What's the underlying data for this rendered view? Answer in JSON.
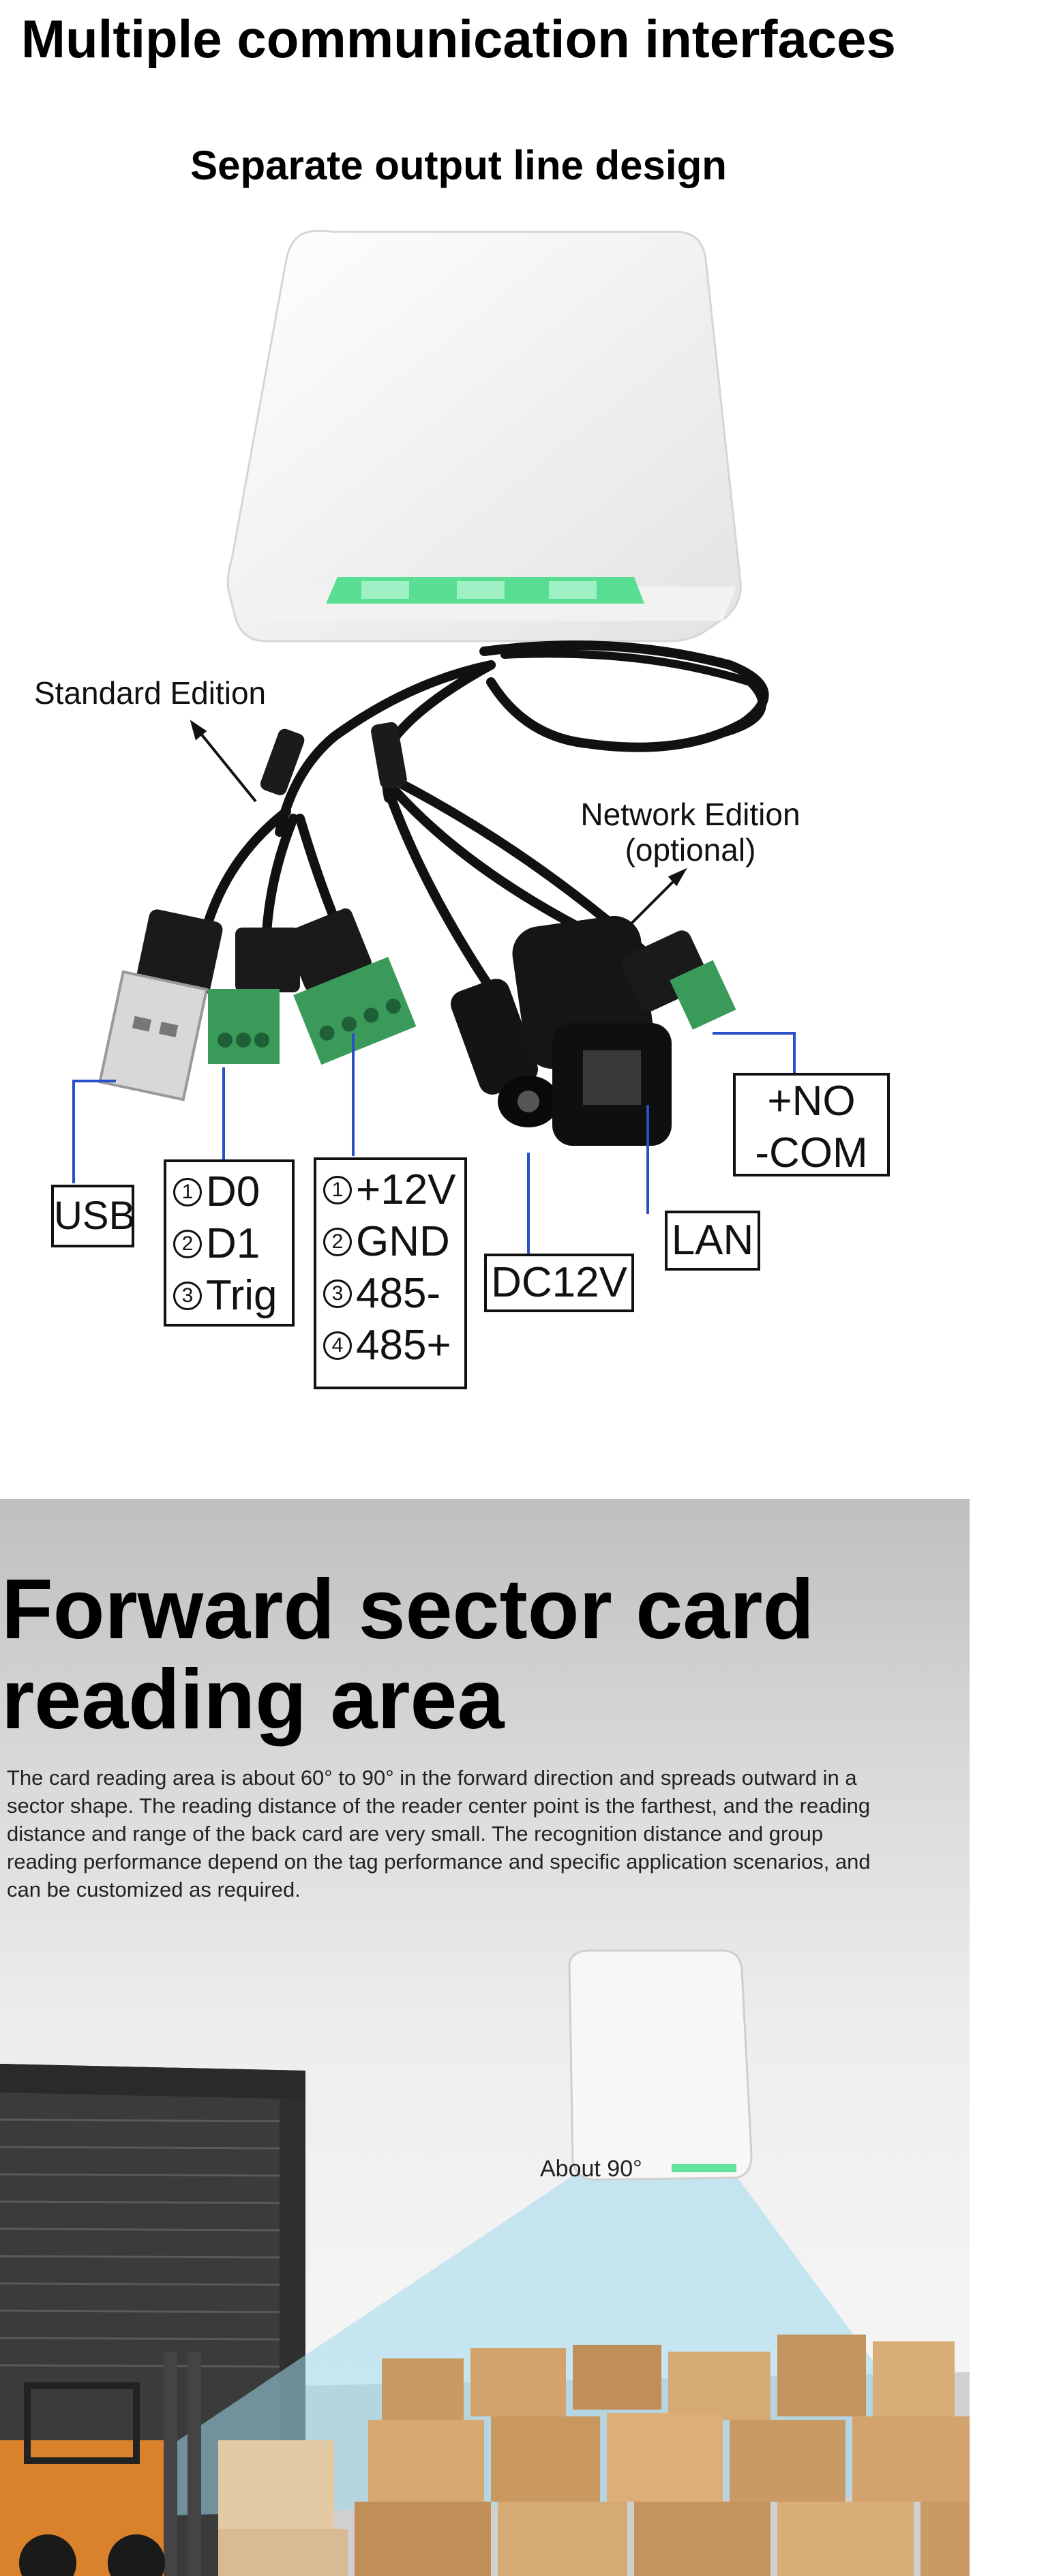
{
  "section_interfaces": {
    "title": "Multiple communication interfaces",
    "subtitle": "Separate output line design",
    "callouts": {
      "standard_edition": "Standard Edition",
      "network_edition_line1": "Network Edition",
      "network_edition_line2": "(optional)"
    },
    "labels": {
      "usb": "USB",
      "wiegand": [
        {
          "num": "1",
          "text": "D0"
        },
        {
          "num": "2",
          "text": "D1"
        },
        {
          "num": "3",
          "text": "Trig"
        }
      ],
      "power_rs485": [
        {
          "num": "1",
          "text": "+12V"
        },
        {
          "num": "2",
          "text": "GND"
        },
        {
          "num": "3",
          "text": "485-"
        },
        {
          "num": "4",
          "text": "485+"
        }
      ],
      "dc12v": "DC12V",
      "lan": "LAN",
      "relay": [
        "+NO",
        "-COM"
      ]
    },
    "colors": {
      "leader_line": "#2b4fc7",
      "device_led": "#3ddc84",
      "terminal_green": "#3a9a5a"
    }
  },
  "section_reading": {
    "title_line1": "Forward sector card",
    "title_line2": "reading area",
    "description": "The card reading area is about 60° to 90° in the forward direction and spreads outward in a sector shape. The reading distance of the reader center point is the farthest, and the reading distance and range of the back card are very small. The recognition distance and group reading performance depend on the tag performance and specific application scenarios, and can be customized as required.",
    "angle_label": "About 90°",
    "colors": {
      "beam": "#9fd8ee"
    }
  }
}
